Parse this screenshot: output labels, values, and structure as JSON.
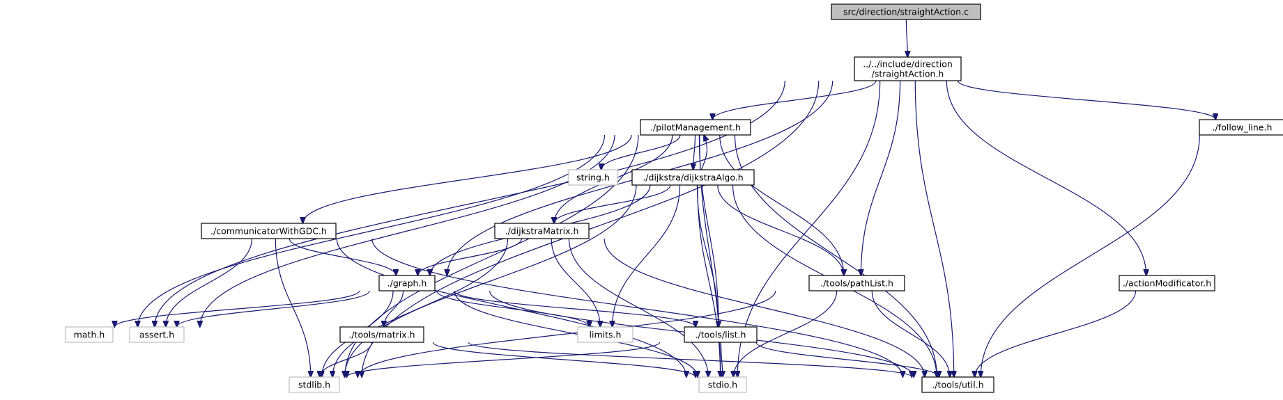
{
  "nodes": {
    "straightAction_c": {
      "label": [
        "src/direction/straightAction.c"
      ],
      "kind": "root"
    },
    "straightAction_h": {
      "label": [
        "../../include/direction",
        "/straightAction.h"
      ],
      "kind": "doc"
    },
    "pilotManagement_h": {
      "label": [
        "./pilotManagement.h"
      ],
      "kind": "doc"
    },
    "follow_line_h": {
      "label": [
        "./follow_line.h"
      ],
      "kind": "doc"
    },
    "string_h": {
      "label": [
        "string.h"
      ],
      "kind": "ext"
    },
    "dijkstraAlgo_h": {
      "label": [
        "./dijkstra/dijkstraAlgo.h"
      ],
      "kind": "doc"
    },
    "communicatorWithGDC_h": {
      "label": [
        "./communicatorWithGDC.h"
      ],
      "kind": "doc"
    },
    "dijkstraMatrix_h": {
      "label": [
        "./dijkstraMatrix.h"
      ],
      "kind": "doc"
    },
    "pathList_h": {
      "label": [
        "./tools/pathList.h"
      ],
      "kind": "doc"
    },
    "actionModificator_h": {
      "label": [
        "./actionModificator.h"
      ],
      "kind": "doc"
    },
    "graph_h": {
      "label": [
        "./graph.h"
      ],
      "kind": "doc"
    },
    "math_h": {
      "label": [
        "math.h"
      ],
      "kind": "ext"
    },
    "assert_h": {
      "label": [
        "assert.h"
      ],
      "kind": "ext"
    },
    "matrix_h": {
      "label": [
        "./tools/matrix.h"
      ],
      "kind": "doc"
    },
    "limits_h": {
      "label": [
        "limits.h"
      ],
      "kind": "ext"
    },
    "list_h": {
      "label": [
        "./tools/list.h"
      ],
      "kind": "doc"
    },
    "stdlib_h": {
      "label": [
        "stdlib.h"
      ],
      "kind": "ext"
    },
    "stdio_h": {
      "label": [
        "stdio.h"
      ],
      "kind": "ext"
    },
    "util_h": {
      "label": [
        "./tools/util.h"
      ],
      "kind": "doc"
    }
  },
  "edges": [
    [
      "straightAction_c",
      "straightAction_h"
    ],
    [
      "straightAction_h",
      "pilotManagement_h"
    ],
    [
      "straightAction_h",
      "follow_line_h"
    ],
    [
      "straightAction_h",
      "actionModificator_h"
    ],
    [
      "straightAction_h",
      "pathList_h"
    ],
    [
      "straightAction_h",
      "graph_h"
    ],
    [
      "straightAction_h",
      "math_h"
    ],
    [
      "straightAction_h",
      "stdlib_h"
    ],
    [
      "straightAction_h",
      "stdio_h"
    ],
    [
      "straightAction_h",
      "util_h"
    ],
    [
      "pilotManagement_h",
      "string_h"
    ],
    [
      "pilotManagement_h",
      "dijkstraAlgo_h"
    ],
    [
      "pilotManagement_h",
      "communicatorWithGDC_h"
    ],
    [
      "pilotManagement_h",
      "dijkstraMatrix_h"
    ],
    [
      "pilotManagement_h",
      "pathList_h"
    ],
    [
      "pilotManagement_h",
      "list_h"
    ],
    [
      "pilotManagement_h",
      "math_h"
    ],
    [
      "pilotManagement_h",
      "assert_h"
    ],
    [
      "pilotManagement_h",
      "stdlib_h"
    ],
    [
      "pilotManagement_h",
      "stdio_h"
    ],
    [
      "pilotManagement_h",
      "util_h"
    ],
    [
      "dijkstraAlgo_h",
      "pilotManagement_h"
    ],
    [
      "dijkstraAlgo_h",
      "dijkstraMatrix_h"
    ],
    [
      "dijkstraAlgo_h",
      "graph_h"
    ],
    [
      "dijkstraAlgo_h",
      "pathList_h"
    ],
    [
      "dijkstraAlgo_h",
      "list_h"
    ],
    [
      "dijkstraAlgo_h",
      "limits_h"
    ],
    [
      "dijkstraAlgo_h",
      "stdlib_h"
    ],
    [
      "dijkstraAlgo_h",
      "stdio_h"
    ],
    [
      "dijkstraAlgo_h",
      "util_h"
    ],
    [
      "communicatorWithGDC_h",
      "graph_h"
    ],
    [
      "communicatorWithGDC_h",
      "assert_h"
    ],
    [
      "communicatorWithGDC_h",
      "stdlib_h"
    ],
    [
      "communicatorWithGDC_h",
      "stdio_h"
    ],
    [
      "communicatorWithGDC_h",
      "util_h"
    ],
    [
      "dijkstraMatrix_h",
      "graph_h"
    ],
    [
      "dijkstraMatrix_h",
      "limits_h"
    ],
    [
      "dijkstraMatrix_h",
      "stdlib_h"
    ],
    [
      "dijkstraMatrix_h",
      "stdio_h"
    ],
    [
      "dijkstraMatrix_h",
      "util_h"
    ],
    [
      "graph_h",
      "math_h"
    ],
    [
      "graph_h",
      "assert_h"
    ],
    [
      "graph_h",
      "matrix_h"
    ],
    [
      "graph_h",
      "limits_h"
    ],
    [
      "graph_h",
      "list_h"
    ],
    [
      "graph_h",
      "stdlib_h"
    ],
    [
      "graph_h",
      "stdio_h"
    ],
    [
      "graph_h",
      "util_h"
    ],
    [
      "matrix_h",
      "stdlib_h"
    ],
    [
      "matrix_h",
      "stdio_h"
    ],
    [
      "matrix_h",
      "util_h"
    ],
    [
      "list_h",
      "stdlib_h"
    ],
    [
      "list_h",
      "stdio_h"
    ],
    [
      "list_h",
      "util_h"
    ],
    [
      "pathList_h",
      "stdlib_h"
    ],
    [
      "pathList_h",
      "stdio_h"
    ],
    [
      "pathList_h",
      "util_h"
    ],
    [
      "actionModificator_h",
      "util_h"
    ],
    [
      "follow_line_h",
      "util_h"
    ]
  ],
  "colors": {
    "edge": "#191970",
    "root_fill": "#bfbfbf",
    "ext_border": "#bfbfbf",
    "node_border": "#000000"
  }
}
